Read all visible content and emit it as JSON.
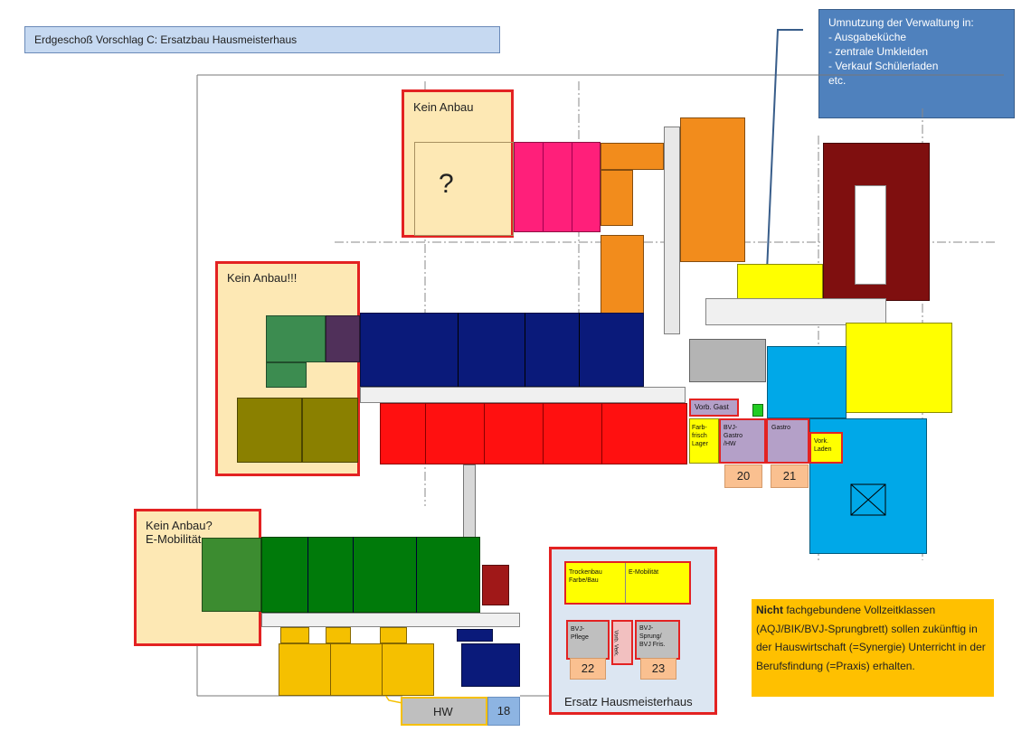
{
  "title": "Erdgeschoß Vorschlag C:  Ersatzbau Hausmeisterhaus",
  "callout": {
    "heading": "Umnutzung der Verwaltung in:",
    "items": [
      "- Ausgabeküche",
      "- zentrale Umkleiden",
      "- Verkauf Schülerladen",
      "etc."
    ],
    "color": "#4f81bd"
  },
  "zones": {
    "top": {
      "label": "Kein Anbau",
      "mark": "?"
    },
    "left": {
      "label": "Kein Anbau!!!"
    },
    "bottom": {
      "label_line1": "Kein Anbau?",
      "label_line2": "E-Mobilität"
    }
  },
  "gastro": {
    "vorb_gast": "Vorb. Gast",
    "farb_lager": "Farb-\nfrisch\nLager",
    "bvj_gastro": "BVJ-\nGastro\n/HW",
    "gastro": "Gastro",
    "vork_laden": "Vork.\nLaden"
  },
  "numbers": {
    "n20": "20",
    "n21": "21",
    "n22": "22",
    "n23": "23",
    "n18": "18"
  },
  "hw": {
    "label": "HW"
  },
  "ersatz": {
    "caption": "Ersatz Hausmeisterhaus",
    "trockenbau": "Trockenbau\nFarbe/Bau",
    "emob": "E-Mobilität",
    "bvj_pflege": "BVJ-\nPflege",
    "vorb_verk": "Vorb. Verk.",
    "bvj_sprung": "BVJ-\nSprung/\nBVJ Fris."
  },
  "note": {
    "bold": "Nicht",
    "rest": " fachgebundene Vollzeitklassen (AQJ/BIK/BVJ-Sprungbrett) sollen zukünftig in der Hauswirtschaft (=Synergie) Unterricht in der Berufsfindung (=Praxis) erhalten.",
    "color": "#ffc000"
  },
  "colors": {
    "pink": "#ff1f7a",
    "orange": "#f28c1c",
    "darkred": "#7f0f0f",
    "yellow": "#ffff00",
    "navy": "#0a1a7a",
    "red": "#ff1010",
    "green": "#007a0a",
    "gold": "#f5c000",
    "lightblue": "#00a8e8",
    "lavender": "#b4a0c8",
    "olive": "#8a8000",
    "beige": "#fde8b4"
  }
}
